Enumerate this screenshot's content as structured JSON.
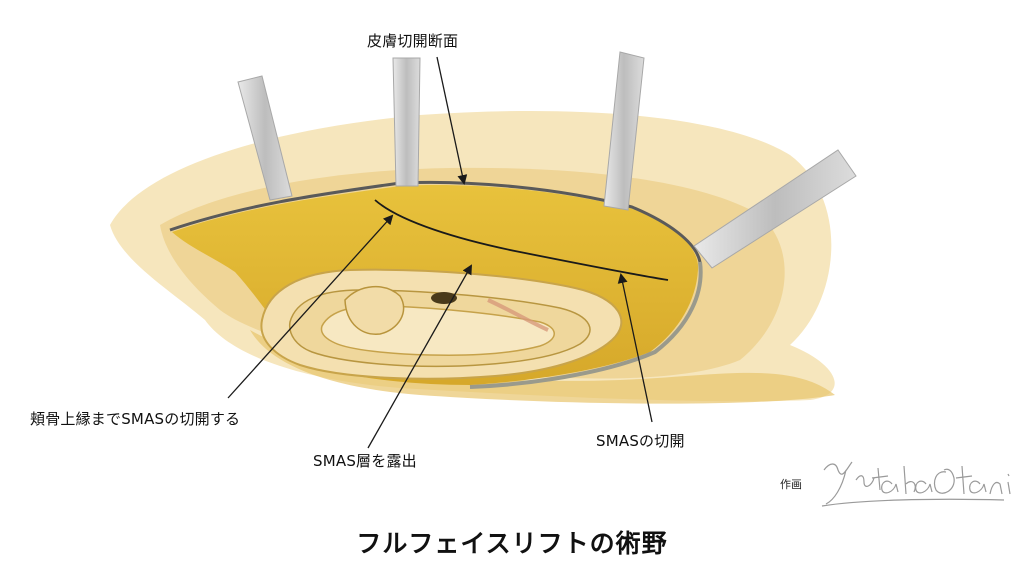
{
  "labels": {
    "skin_incision": "皮膚切開断面",
    "incision_to_zygoma": "頬骨上縁までSMASの切開する",
    "smas_exposed": "SMAS層を露出",
    "smas_incision": "SMASの切開"
  },
  "title": "フルフェイスリフトの術野",
  "credit_label": "作画",
  "signature_text": "Yutaka Otani",
  "colors": {
    "smas_yellow": "#e3b931",
    "skin_pale": "#f5e2b4",
    "skin_tone": "#ebcd8a",
    "retractor_gray": "#c9c9c9",
    "line_dark": "#1a1a1a"
  }
}
